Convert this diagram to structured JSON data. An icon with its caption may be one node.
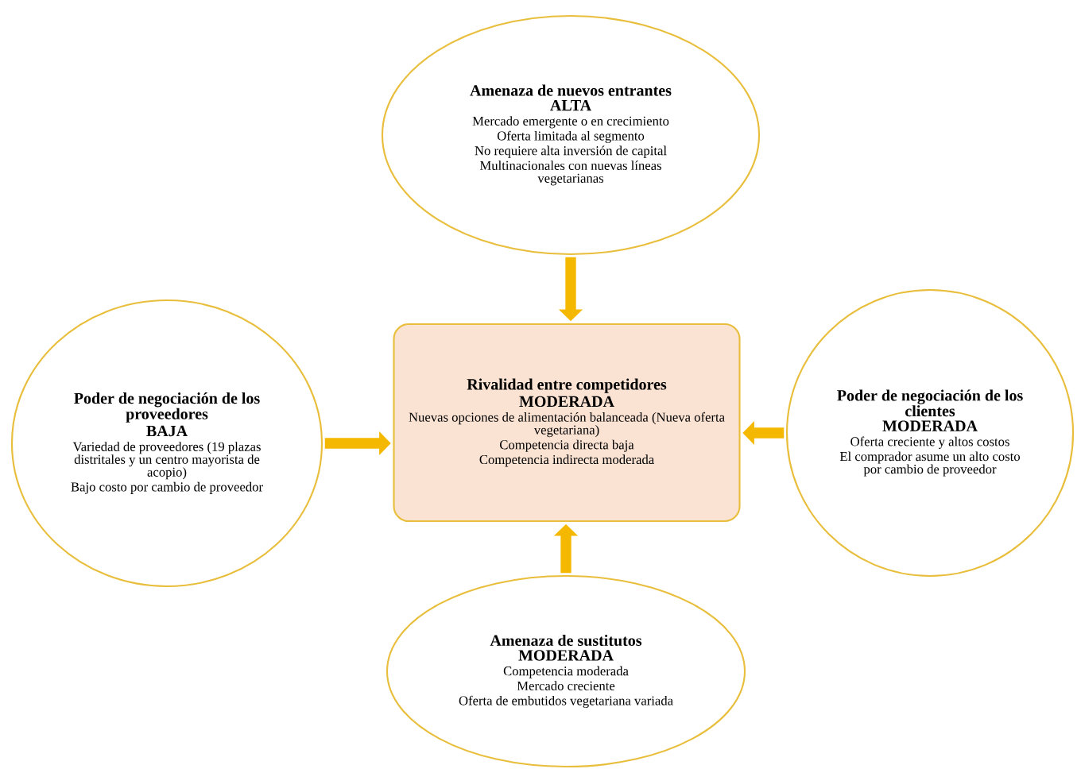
{
  "diagram": {
    "nodes": [
      {
        "text": [
          "Amenaza de nuevos entrantes",
          "ALTA",
          "Mercado emergente o en crecimiento",
          "Oferta limitada al segmento",
          "No requiere alta inversión de capital",
          "Multinacionales con nuevas líneas vegetarianas"
        ]
      },
      {
        "text": [
          "Poder de negociación de los proveedores",
          "BAJA",
          "Variedad de proveedores (19 plazas distritales y un centro mayorista de acopio)",
          "Bajo costo por cambio de proveedor"
        ]
      },
      {
        "text": [
          "Rivalidad entre competidores",
          "MODERADA",
          "Nuevas opciones de alimentación balanceada (Nueva oferta vegetariana)",
          "Competencia directa baja",
          "Competencia indirecta moderada"
        ]
      },
      {
        "text": [
          "Poder de negociación de los clientes",
          "MODERADA",
          "Oferta creciente y altos costos",
          "El comprador asume un alto costo por cambio de proveedor"
        ]
      },
      {
        "text": [
          "Amenaza de sustitutos",
          "MODERADA",
          "Competencia moderada",
          "Mercado creciente",
          "Oferta de embutidos vegetariana variada"
        ]
      }
    ],
    "edges": [
      {
        "from": 0,
        "to": 2,
        "arrow": "to"
      },
      {
        "from": 1,
        "to": 2,
        "arrow": "to"
      },
      {
        "from": 3,
        "to": 2,
        "arrow": "to"
      },
      {
        "from": 4,
        "to": 2,
        "arrow": "to"
      }
    ]
  }
}
